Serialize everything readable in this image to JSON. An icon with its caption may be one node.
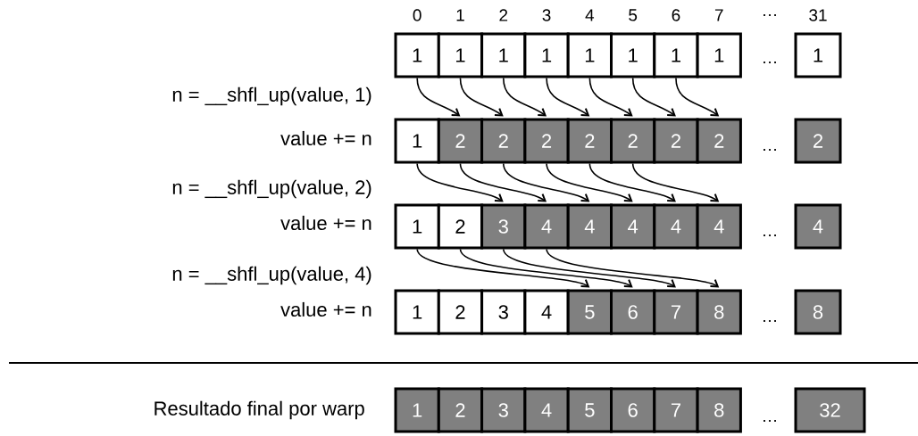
{
  "diagram": {
    "nodes": [
      {
        "text": [
          "1"
        ]
      },
      {
        "text": [
          "1"
        ]
      },
      {
        "text": [
          "1"
        ]
      },
      {
        "text": [
          "1"
        ]
      },
      {
        "text": [
          "1"
        ]
      },
      {
        "text": [
          "1"
        ]
      },
      {
        "text": [
          "1"
        ]
      },
      {
        "text": [
          "1"
        ]
      },
      {
        "text": [
          "1"
        ]
      },
      {
        "text": [
          "1"
        ]
      },
      {
        "text": [
          "2"
        ]
      },
      {
        "text": [
          "2"
        ]
      },
      {
        "text": [
          "2"
        ]
      },
      {
        "text": [
          "2"
        ]
      },
      {
        "text": [
          "2"
        ]
      },
      {
        "text": [
          "2"
        ]
      },
      {
        "text": [
          "2"
        ]
      },
      {
        "text": [
          "2"
        ]
      },
      {
        "text": [
          "1"
        ]
      },
      {
        "text": [
          "2"
        ]
      },
      {
        "text": [
          "3"
        ]
      },
      {
        "text": [
          "4"
        ]
      },
      {
        "text": [
          "4"
        ]
      },
      {
        "text": [
          "4"
        ]
      },
      {
        "text": [
          "4"
        ]
      },
      {
        "text": [
          "4"
        ]
      },
      {
        "text": [
          "4"
        ]
      },
      {
        "text": [
          "1"
        ]
      },
      {
        "text": [
          "2"
        ]
      },
      {
        "text": [
          "3"
        ]
      },
      {
        "text": [
          "4"
        ]
      },
      {
        "text": [
          "5"
        ]
      },
      {
        "text": [
          "6"
        ]
      },
      {
        "text": [
          "7"
        ]
      },
      {
        "text": [
          "8"
        ]
      },
      {
        "text": [
          "8"
        ]
      },
      {
        "text": [
          "1"
        ]
      },
      {
        "text": [
          "2"
        ]
      },
      {
        "text": [
          "3"
        ]
      },
      {
        "text": [
          "4"
        ]
      },
      {
        "text": [
          "5"
        ]
      },
      {
        "text": [
          "6"
        ]
      },
      {
        "text": [
          "7"
        ]
      },
      {
        "text": [
          "8"
        ]
      },
      {
        "text": [
          "32"
        ]
      }
    ],
    "edges": [
      {
        "from": 0,
        "to": 10,
        "arrow": "to"
      },
      {
        "from": 1,
        "to": 11,
        "arrow": "to"
      },
      {
        "from": 2,
        "to": 12,
        "arrow": "to"
      },
      {
        "from": 3,
        "to": 13,
        "arrow": "to"
      },
      {
        "from": 4,
        "to": 14,
        "arrow": "to"
      },
      {
        "from": 5,
        "to": 15,
        "arrow": "to"
      },
      {
        "from": 6,
        "to": 16,
        "arrow": "to"
      },
      {
        "from": 9,
        "to": 20,
        "arrow": "to"
      },
      {
        "from": 10,
        "to": 21,
        "arrow": "to"
      },
      {
        "from": 11,
        "to": 22,
        "arrow": "to"
      },
      {
        "from": 12,
        "to": 23,
        "arrow": "to"
      },
      {
        "from": 13,
        "to": 24,
        "arrow": "to"
      },
      {
        "from": 14,
        "to": 25,
        "arrow": "to"
      },
      {
        "from": 18,
        "to": 31,
        "arrow": "to"
      },
      {
        "from": 19,
        "to": 32,
        "arrow": "to"
      },
      {
        "from": 20,
        "to": 33,
        "arrow": "to"
      },
      {
        "from": 21,
        "to": 34,
        "arrow": "to"
      }
    ],
    "labels": [
      "0",
      "1",
      "2",
      "3",
      "4",
      "5",
      "6",
      "7",
      "…",
      "31",
      "…",
      "n = __shfl_up(value, 1)",
      "value += n",
      "…",
      "n = __shfl_up(value, 2)",
      "value += n",
      "…",
      "n = __shfl_up(value, 4)",
      "value += n",
      "…",
      "Resultado final por warp",
      "…"
    ]
  }
}
